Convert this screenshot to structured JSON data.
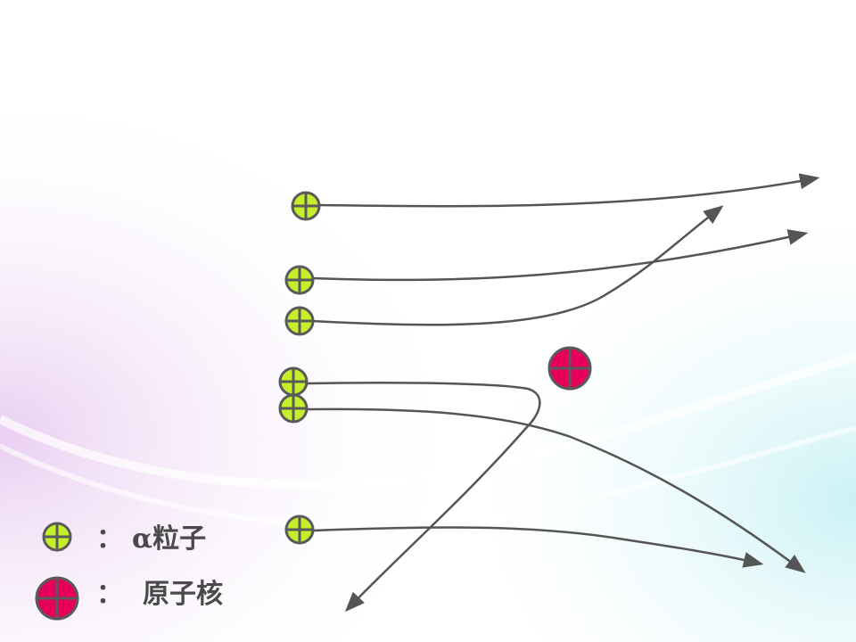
{
  "colors": {
    "alpha_fill": "#c6ef2b",
    "nucleus_fill": "#e6005c",
    "outline": "#5a5a5a",
    "track": "#555555"
  },
  "particles": {
    "alpha_label": "α粒子",
    "nucleus_label": "原子核"
  },
  "legend": {
    "alpha_sep": "：",
    "alpha_text": "α粒子",
    "nucleus_sep": "：",
    "nucleus_text": "原子核"
  }
}
